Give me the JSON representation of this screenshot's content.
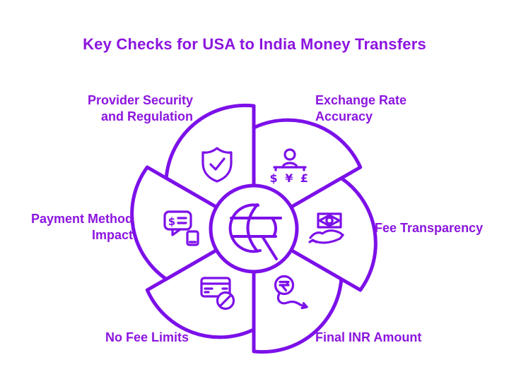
{
  "title": "Key Checks for USA to India Money Transfers",
  "colors": {
    "accent_stroke": "#7C10E9",
    "accent_text": "#8C15DF",
    "background": "#FFFFFF"
  },
  "diagram": {
    "center_icon": "globe-rupee-icon",
    "segments": [
      {
        "label": "Provider Security\nand Regulation",
        "icon": "shield-check-icon"
      },
      {
        "label": "Exchange Rate\nAccuracy",
        "icon": "person-currency-icon",
        "currency_symbols": "$ ¥ £"
      },
      {
        "label": "Fee Transparency",
        "icon": "cash-in-hand-icon"
      },
      {
        "label": "Final INR Amount",
        "icon": "rupee-trend-arrow-icon"
      },
      {
        "label": "No Fee Limits",
        "icon": "blocked-card-icon"
      },
      {
        "label": "Payment Method\nImpact",
        "icon": "chat-dollar-phone-icon",
        "bubble_symbol": "$"
      }
    ]
  }
}
